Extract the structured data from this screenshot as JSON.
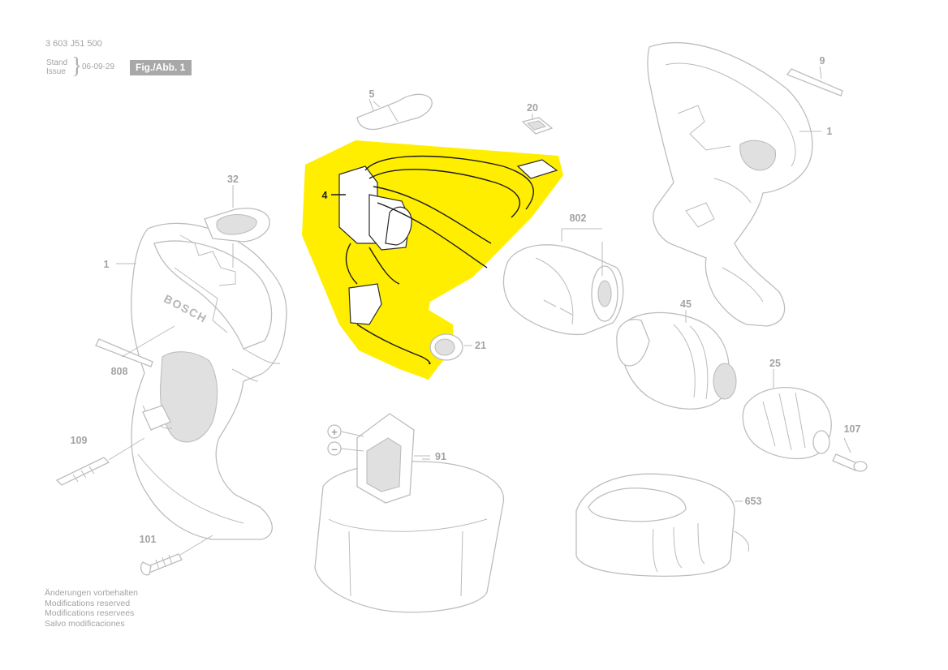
{
  "header": {
    "doc_number": "3 603 J51 500",
    "stand_label": "Stand",
    "issue_label": "Issue",
    "issue_date": "06-09-29",
    "figure_label": "Fig./Abb. 1"
  },
  "callouts": {
    "housing_left": "1",
    "housing_right": "1",
    "switch": "4",
    "slider": "5",
    "label_right": "9",
    "button_20": "20",
    "cap_21": "21",
    "chuck": "25",
    "gear_cover": "32",
    "gearbox": "45",
    "battery": "91",
    "screw_101": "101",
    "screw_107": "107",
    "bit": "109",
    "charger": "653",
    "motor": "802",
    "label_left": "808"
  },
  "battery_terminals": {
    "plus": "+",
    "minus": "–"
  },
  "brand": "BOSCH",
  "highlight_color": "#ffee00",
  "footer": {
    "line1": "Änderungen vorbehalten",
    "line2": "Modifications reserved",
    "line3": "Modifications reservees",
    "line4": "Salvo modificaciones"
  }
}
